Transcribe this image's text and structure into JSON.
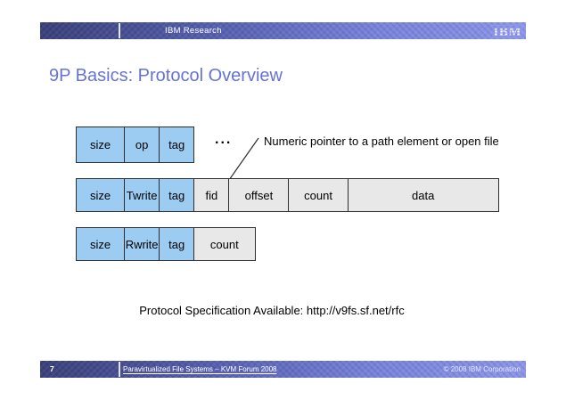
{
  "header": {
    "brand": "IBM Research",
    "logo_text": "IBM"
  },
  "title": {
    "text": "9P Basics: Protocol Overview"
  },
  "diagram": {
    "rows": [
      {
        "cells": [
          {
            "label": "size"
          },
          {
            "label": "op"
          },
          {
            "label": "tag"
          }
        ]
      },
      {
        "cells": [
          {
            "label": "size"
          },
          {
            "label": "Twrite"
          },
          {
            "label": "tag"
          },
          {
            "label": "fid"
          },
          {
            "label": "offset"
          },
          {
            "label": "count"
          },
          {
            "label": "data"
          }
        ]
      },
      {
        "cells": [
          {
            "label": "size"
          },
          {
            "label": "Rwrite"
          },
          {
            "label": "tag"
          },
          {
            "label": "count"
          }
        ]
      }
    ],
    "ellipsis": "...",
    "annotation": "Numeric pointer to a path element or open file",
    "colors": {
      "field_blue": "#9cccf2",
      "field_gray": "#e8e8e8",
      "border": "#2e2e2e"
    }
  },
  "note": {
    "text": "Protocol Specification Available: http://v9fs.sf.net/rfc"
  },
  "footer": {
    "page_number": "7",
    "caption": "Paravirtualized File Systems – KVM Forum 2008",
    "copyright": "© 2008 IBM Corporation"
  },
  "theme": {
    "title_color": "#6673d4",
    "bar_gradient_start": "#3a4078",
    "bar_gradient_end": "#8c97e9"
  }
}
